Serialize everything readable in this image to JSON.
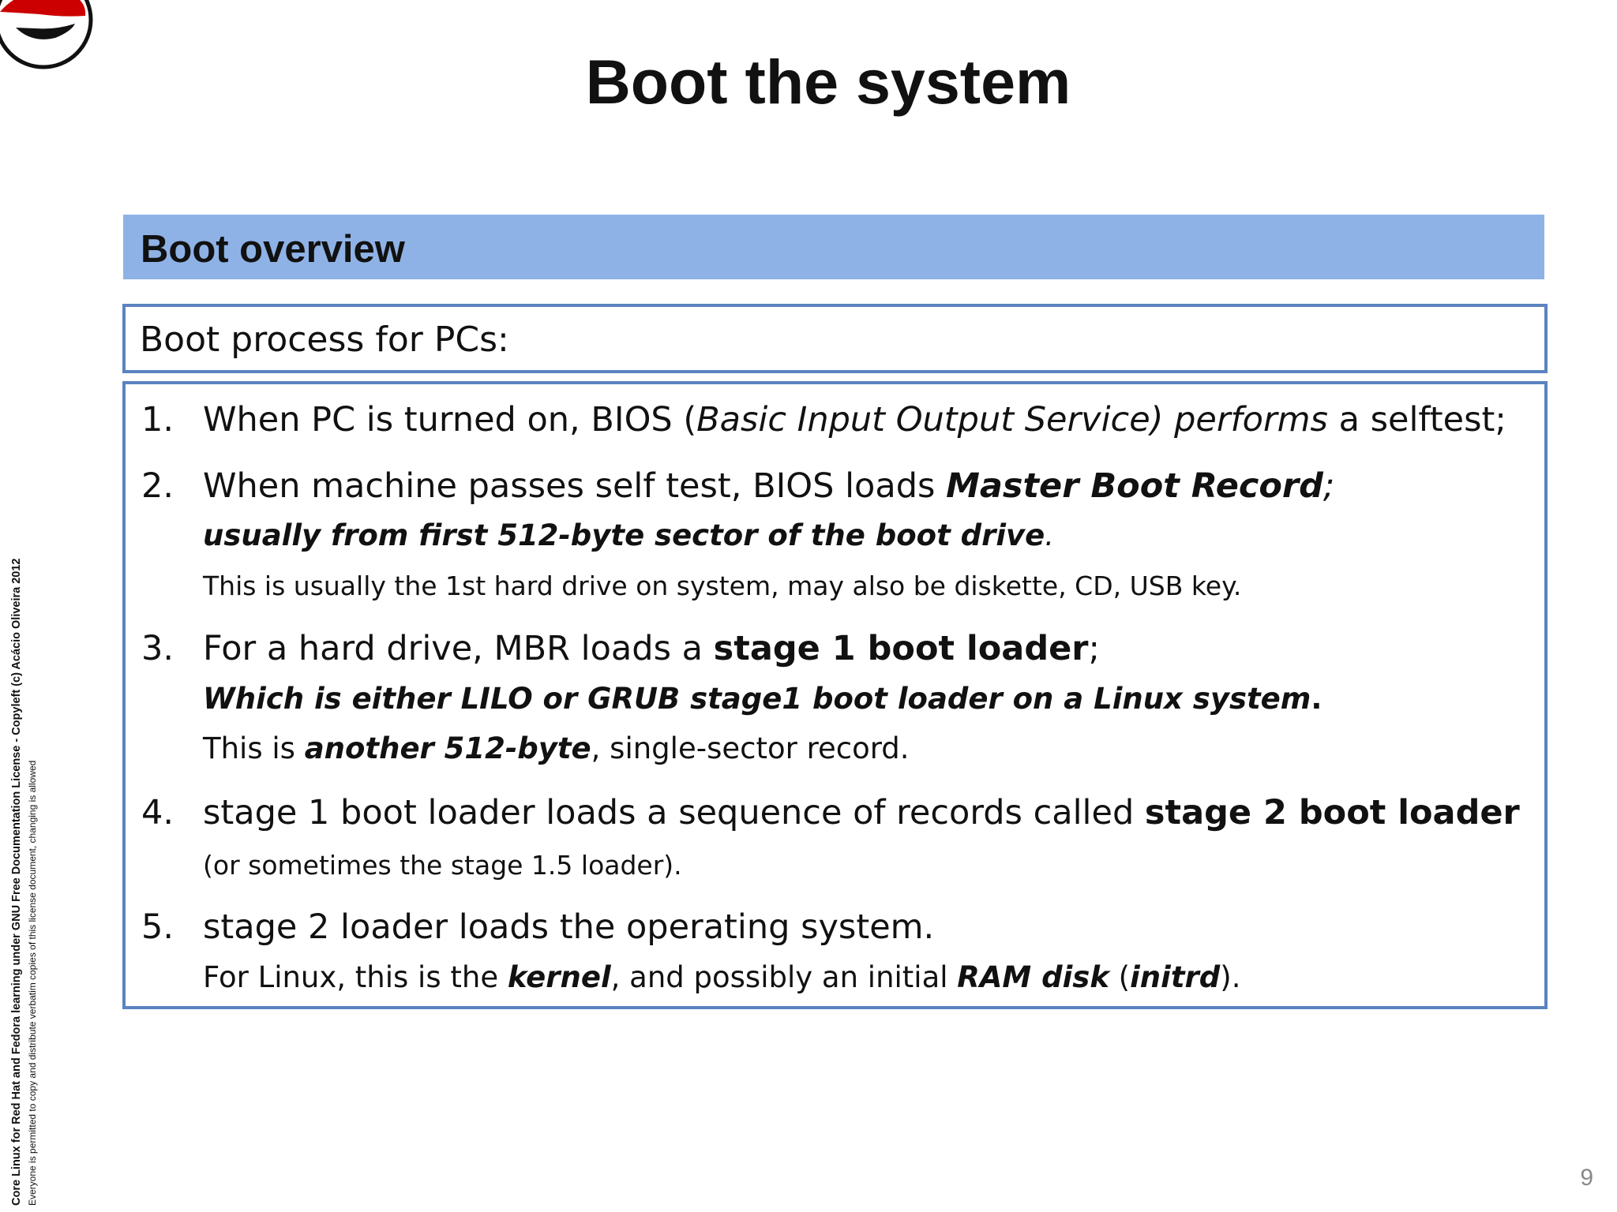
{
  "slide": {
    "title": "Boot the system",
    "page_number": "9",
    "side_credit": {
      "line1": "Core Linux for Red Hat and Fedora learning under GNU Free Documentation License  - Copyleft (c) Acácio Oliveira 2012",
      "line2": "Everyone is permitted to copy and distribute verbatim copies of this license document, changing is allowed"
    },
    "section_header": "Boot overview",
    "intro": "Boot process for PCs:",
    "steps": [
      {
        "number": "1.",
        "line": {
          "a": "When PC is turned on, BIOS (",
          "b": "Basic Input Output Service) performs",
          "c": " a selftest;"
        }
      },
      {
        "number": "2.",
        "line": {
          "a": "When machine passes self test, BIOS loads ",
          "b": "Master Boot Record",
          "c": ";"
        },
        "sub": {
          "a": "usually from first 512-byte sector of the boot drive",
          "b": "."
        },
        "note": "This is usually the 1st hard drive on system, may also be diskette, CD, USB key."
      },
      {
        "number": "3.",
        "line": {
          "a": "For a hard drive, MBR loads a ",
          "b": "stage 1 boot loader",
          "c": ";"
        },
        "sub": {
          "a": "Which is either LILO or GRUB stage1 boot loader on a Linux system",
          "b": "."
        },
        "note": {
          "a": "This is ",
          "b": "another 512-byte",
          "c": ", single-sector record."
        }
      },
      {
        "number": "4.",
        "line": {
          "a": "stage 1 boot loader loads a sequence of records called ",
          "b": "stage 2 boot loader"
        },
        "note": "(or sometimes the stage 1.5 loader)."
      },
      {
        "number": "5.",
        "line": "stage 2 loader loads the operating system.",
        "note": {
          "a": "For Linux, this is the ",
          "b": "kernel",
          "c": ", and possibly an initial ",
          "d": "RAM disk",
          "e": " (",
          "f": "initrd",
          "g": ")."
        }
      }
    ]
  }
}
